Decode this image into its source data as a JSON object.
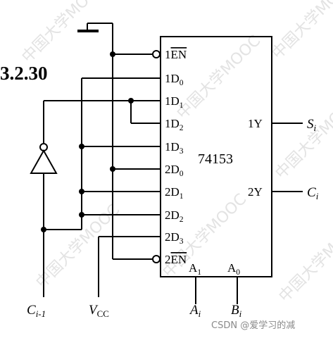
{
  "figure_label": "3.2.30",
  "chip": {
    "name": "74153",
    "inputs": [
      "1EN",
      "1D0",
      "1D1",
      "1D2",
      "1D3",
      "2D0",
      "2D1",
      "2D2",
      "2D3",
      "2EN"
    ],
    "outputs": [
      "1Y",
      "2Y"
    ],
    "selects": [
      "A1",
      "A0"
    ]
  },
  "signals": {
    "s_out": "Si",
    "c_out": "Ci",
    "c_in": "Ci-1",
    "vcc": "VCC",
    "a_in": "Ai",
    "b_in": "Bi"
  },
  "watermark": "中国大学MOOC",
  "footer": "CSDN @爱学习的减"
}
